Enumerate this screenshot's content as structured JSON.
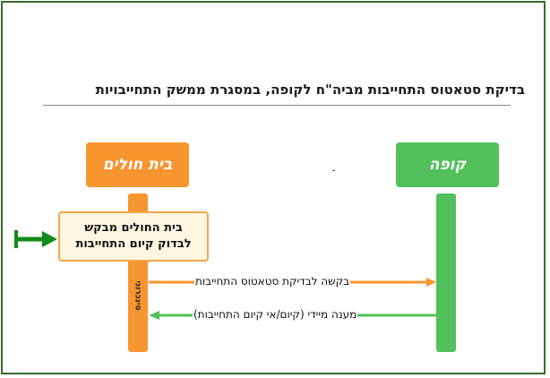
{
  "diagram": {
    "title": "בדיקת סטאטוס התחייבות מביה\"ח לקופה, במסגרת ממשק התחייבויות",
    "actors": {
      "hospital": {
        "label": "בית חולים",
        "color": "#f7952f"
      },
      "kupa": {
        "label": "קופה",
        "color": "#52c05b"
      }
    },
    "note": {
      "line1": "בית החולים מבקש",
      "line2": "לבדוק קיום התחייבות"
    },
    "sync_label": "סינכרוני",
    "messages": [
      {
        "label": "בקשה לבדיקת סטאטוס התחייבות",
        "from": "hospital",
        "to": "kupa",
        "color": "#f7952f"
      },
      {
        "label": "מענה מיידי (קיום/אי קיום התחייבות)",
        "from": "kupa",
        "to": "hospital",
        "color": "#52c05b"
      }
    ],
    "frame_color": "#3b6b2e",
    "entry_arrow_color": "#118b1b"
  }
}
